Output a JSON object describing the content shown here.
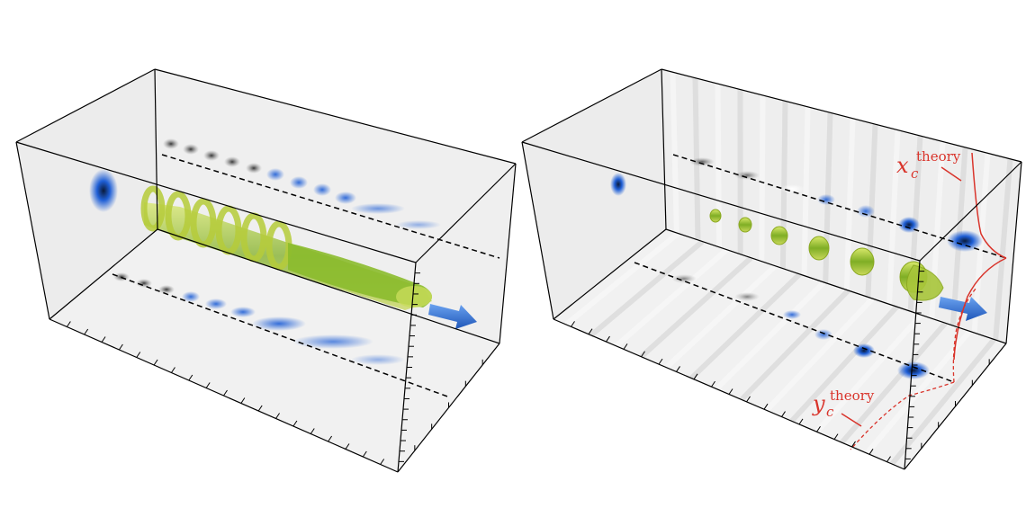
{
  "figure": {
    "panels": [
      {
        "name": "left-panel",
        "content": "helical isosurface propagating along the box with blue projections on the back and bottom walls"
      },
      {
        "name": "right-panel",
        "content": "discrete isosurface segments with red theory curves on the walls"
      }
    ],
    "annotations": {
      "x_theory_base": "x",
      "x_theory_sub": "c",
      "x_theory_sup": "theory",
      "y_theory_base": "y",
      "y_theory_sub": "c",
      "y_theory_sup": "theory"
    },
    "colors": {
      "isosurface": "#9ec23a",
      "projection": "#1f5fd6",
      "theory_curve": "#d9342b",
      "arrow": "#2f6fd3"
    }
  }
}
